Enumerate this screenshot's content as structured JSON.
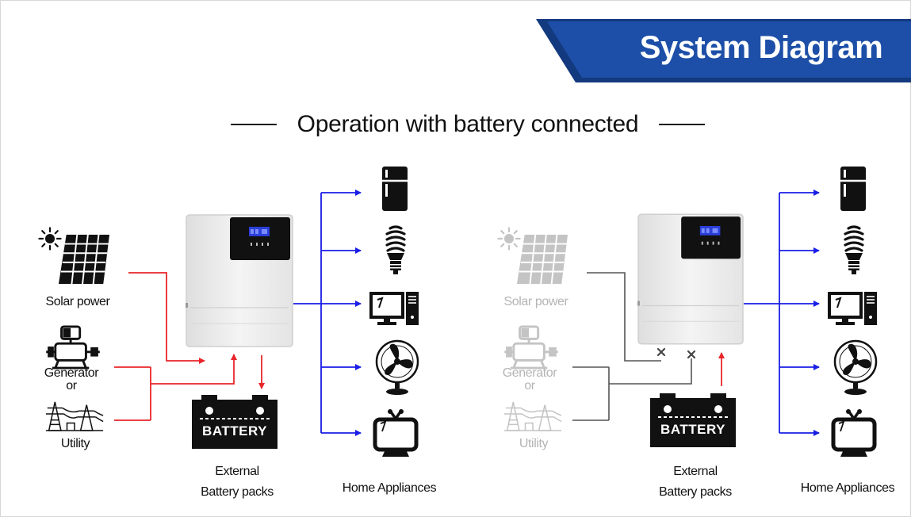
{
  "header": {
    "title": "System Diagram"
  },
  "subtitle": "Operation with battery connected",
  "labels": {
    "solar": "Solar power",
    "generator": "Generator",
    "or": "or",
    "utility": "Utility",
    "battery": "BATTERY",
    "external_1": "External",
    "external_2": "Battery packs",
    "home_appliances": "Home Appliances"
  },
  "colors": {
    "banner_blue": "#1d4fa8",
    "banner_edge": "#13397f",
    "power_red": "#e8262a",
    "output_blue": "#1a1ee6",
    "inactive_line": "#555555",
    "inactive_icon": "#c4c4c4"
  },
  "panels": [
    {
      "id": "left",
      "solar_active": true,
      "grid_active": true,
      "battery_flow": "charging"
    },
    {
      "id": "right",
      "solar_active": false,
      "grid_active": false,
      "battery_flow": "discharging"
    }
  ]
}
